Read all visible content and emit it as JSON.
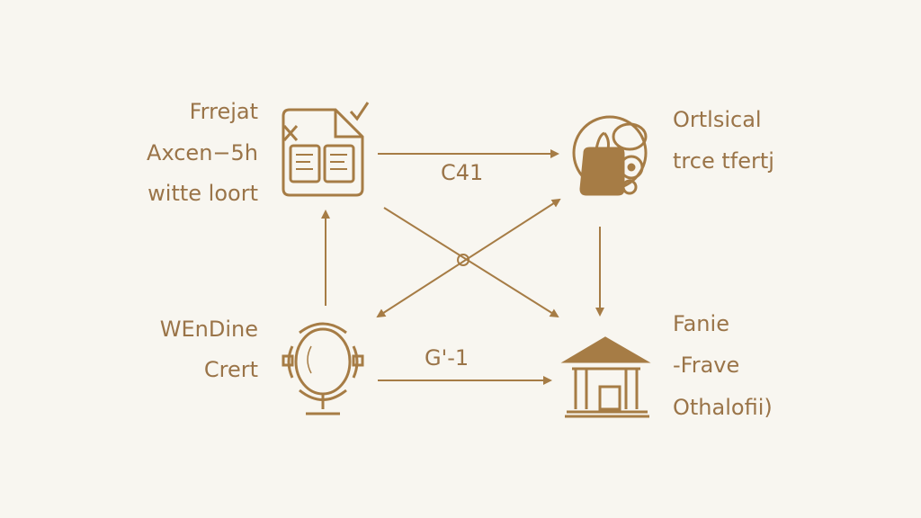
{
  "nodes": {
    "top_left": {
      "lines": [
        "Frrejat",
        "Axcen−5h",
        "witte loort"
      ],
      "icon": "document-checklist-icon"
    },
    "top_right": {
      "lines": [
        "Ortlsical",
        "trce tfertj"
      ],
      "icon": "bag-gears-icon"
    },
    "bottom_left": {
      "lines": [
        "WEnDine",
        "Crert"
      ],
      "icon": "mirror-icon"
    },
    "bottom_right": {
      "lines": [
        "Fanie",
        "-Frave",
        "Othalofii)"
      ],
      "icon": "bank-building-icon"
    }
  },
  "edges": {
    "top_label": "C41",
    "bottom_label": "G'-1"
  },
  "colors": {
    "accent": "#a67c45",
    "background": "#f8f6f0"
  }
}
